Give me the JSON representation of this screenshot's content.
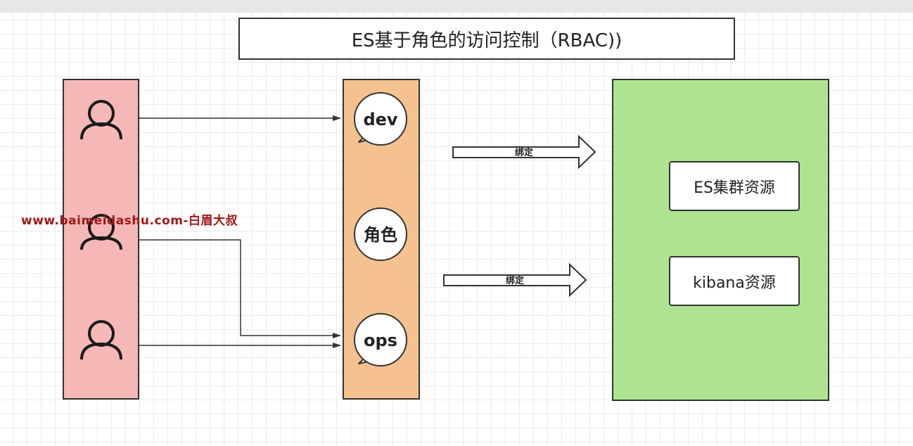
{
  "title": "ES基于角色的访问控制（RBAC))",
  "roles": [
    "dev",
    "角色",
    "ops"
  ],
  "bind_label": "绑定",
  "resources": [
    "ES集群资源",
    "kibana资源"
  ],
  "watermark": "www.baimeidashu.com-白眉大叔",
  "icons": {
    "user": "user-icon",
    "role_bubble": "speech-bubble-icon",
    "bind": "right-arrow-icon"
  },
  "colors": {
    "users_column": "#f5b8b7",
    "roles_column": "#f4c18f",
    "resources_column": "#aee48f",
    "watermark": "#a01818"
  }
}
